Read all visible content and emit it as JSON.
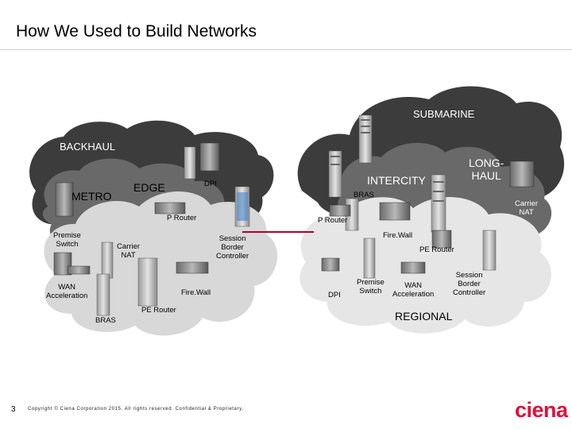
{
  "slide": {
    "title": "How We Used to Build Networks",
    "page_number": "3",
    "copyright": "Copyright © Ciena Corporation 2015. All rights reserved. Confidential & Proprietary.",
    "logo_text": "ciena"
  },
  "regions": {
    "submarine": "SUBMARINE",
    "backhaul": "BACKHAUL",
    "longhaul": "LONG-\nHAUL",
    "intercity": "INTERCITY",
    "metro": "METRO",
    "edge": "EDGE",
    "regional": "REGIONAL"
  },
  "left_labels": {
    "dpi": "DPI",
    "p_router": "P Router",
    "premise_switch": "Premise\nSwitch",
    "carrier_nat": "Carrier\nNAT",
    "session_border_controller": "Session\nBorder\nController",
    "wan_acceleration": "WAN\nAcceleration",
    "firewall": "Fire.Wall",
    "pe_router": "PE Router",
    "bras": "BRAS"
  },
  "right_labels": {
    "bras": "BRAS",
    "carrier_nat": "Carrier\nNAT",
    "p_router": "P Router",
    "firewall": "Fire.Wall",
    "pe_router": "PE Router",
    "session_border_controller": "Session\nBorder\nController",
    "dpi": "DPI",
    "premise_switch": "Premise\nSwitch",
    "wan_acceleration": "WAN\nAcceleration"
  },
  "colors": {
    "cloud_dark": "#3c3c3c",
    "cloud_mid": "#696969",
    "cloud_light": "#d8d8d8",
    "cloud_lighter": "#e6e6e6",
    "link": "#b0002a",
    "logo": "#e0103a"
  }
}
